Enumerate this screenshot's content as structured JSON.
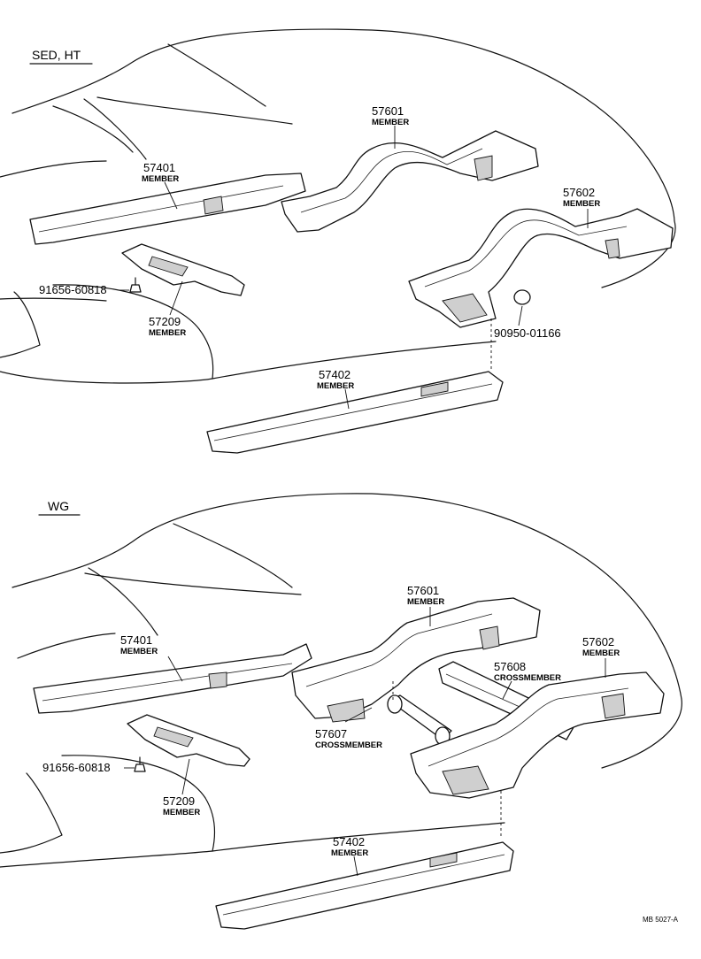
{
  "sections": [
    {
      "label": "SED, HT",
      "callouts": [
        {
          "part": "57601",
          "name": "MEMBER"
        },
        {
          "part": "57401",
          "name": "MEMBER"
        },
        {
          "part": "57602",
          "name": "MEMBER"
        },
        {
          "part": "91656-60818",
          "name": ""
        },
        {
          "part": "57209",
          "name": "MEMBER"
        },
        {
          "part": "90950-01166",
          "name": ""
        },
        {
          "part": "57402",
          "name": "MEMBER"
        }
      ]
    },
    {
      "label": "WG",
      "callouts": [
        {
          "part": "57601",
          "name": "MEMBER"
        },
        {
          "part": "57401",
          "name": "MEMBER"
        },
        {
          "part": "57602",
          "name": "MEMBER"
        },
        {
          "part": "57608",
          "name": "CROSSMEMBER"
        },
        {
          "part": "57607",
          "name": "CROSSMEMBER"
        },
        {
          "part": "91656-60818",
          "name": ""
        },
        {
          "part": "57209",
          "name": "MEMBER"
        },
        {
          "part": "57402",
          "name": "MEMBER"
        }
      ]
    }
  ],
  "figure_ref": "MB 5027-A"
}
